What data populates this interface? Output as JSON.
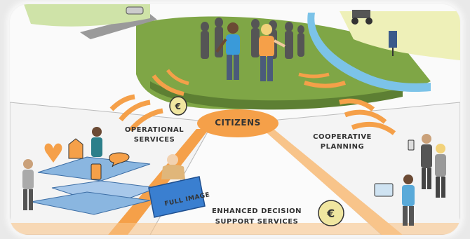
{
  "labels": {
    "citizens": "CITIZENS",
    "operational_line1": "OPERATIONAL",
    "operational_line2": "SERVICES",
    "cooperative_line1": "COOPERATIVE",
    "cooperative_line2": "PLANNING",
    "enhanced_line1": "ENHANCED DECISION",
    "enhanced_line2": "SUPPORT SERVICES",
    "board_text": "FULL IMAGE"
  },
  "colors": {
    "orange": "#f5a049",
    "orange_light": "#f8c48a",
    "grass": "#7fa646",
    "grass_dark": "#5d7f33",
    "river": "#7cc3e8",
    "field_yellow": "#eef0b8",
    "sky": "#fafafa",
    "tile_blue": "#8ab6e0",
    "ink": "#333333"
  }
}
